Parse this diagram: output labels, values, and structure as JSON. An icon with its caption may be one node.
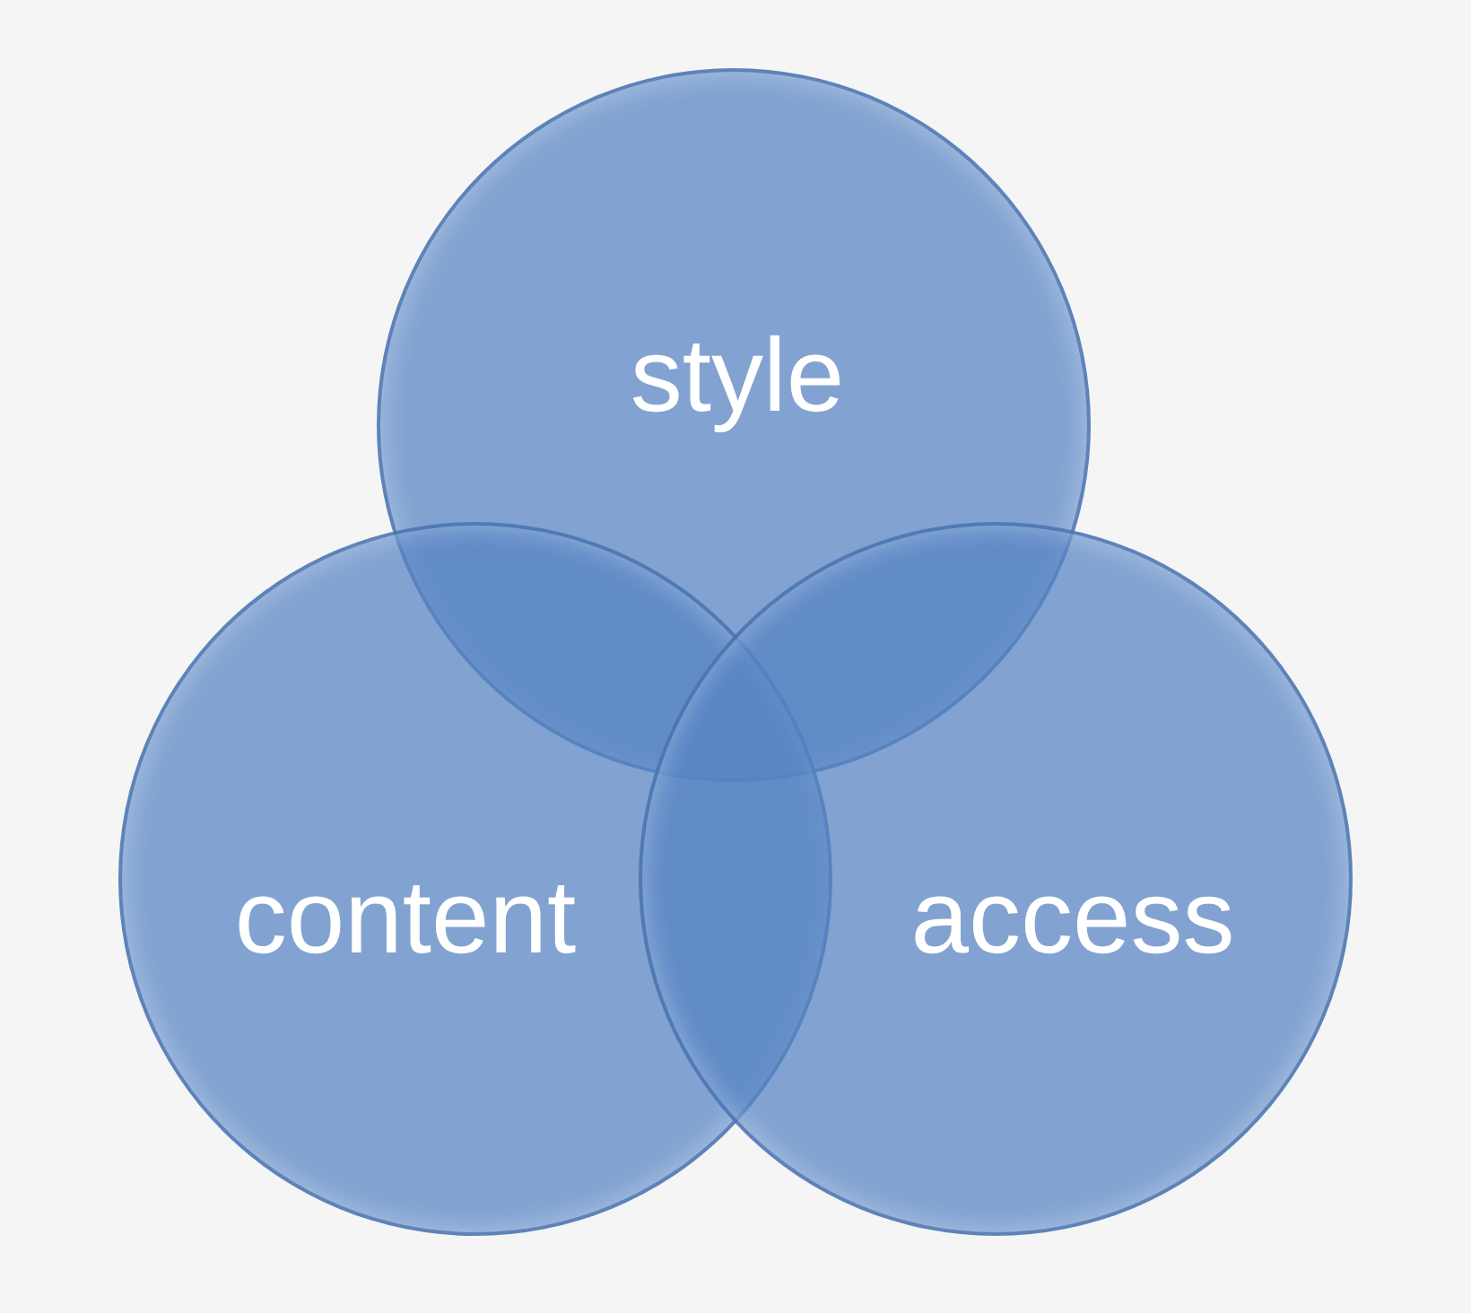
{
  "diagram": {
    "nodes": [
      {
        "text": [
          "style"
        ]
      },
      {
        "text": [
          "content"
        ]
      },
      {
        "text": [
          "access"
        ]
      }
    ]
  }
}
